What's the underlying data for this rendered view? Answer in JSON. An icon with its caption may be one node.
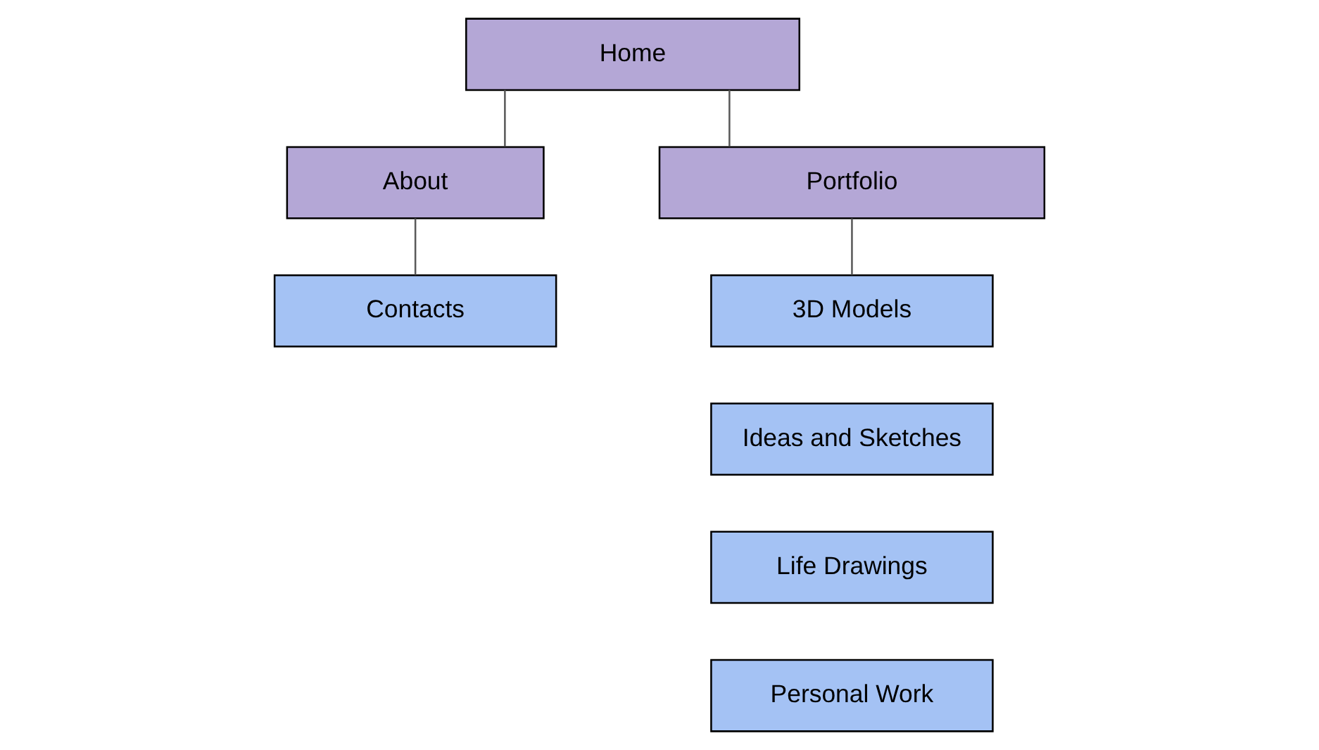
{
  "diagram": {
    "nodes": [
      {
        "text": [
          "Home"
        ]
      },
      {
        "text": [
          "About"
        ]
      },
      {
        "text": [
          "Contacts"
        ]
      },
      {
        "text": [
          "Portfolio"
        ]
      },
      {
        "text": [
          "3D Models"
        ]
      },
      {
        "text": [
          "Ideas and Sketches"
        ]
      },
      {
        "text": [
          "Life Drawings"
        ]
      },
      {
        "text": [
          "Personal Work"
        ]
      }
    ],
    "edges": [
      {
        "from": 0,
        "to": 1,
        "arrow": "none"
      },
      {
        "from": 0,
        "to": 3,
        "arrow": "none"
      },
      {
        "from": 1,
        "to": 2,
        "arrow": "none"
      },
      {
        "from": 3,
        "to": 4,
        "arrow": "none"
      }
    ]
  }
}
